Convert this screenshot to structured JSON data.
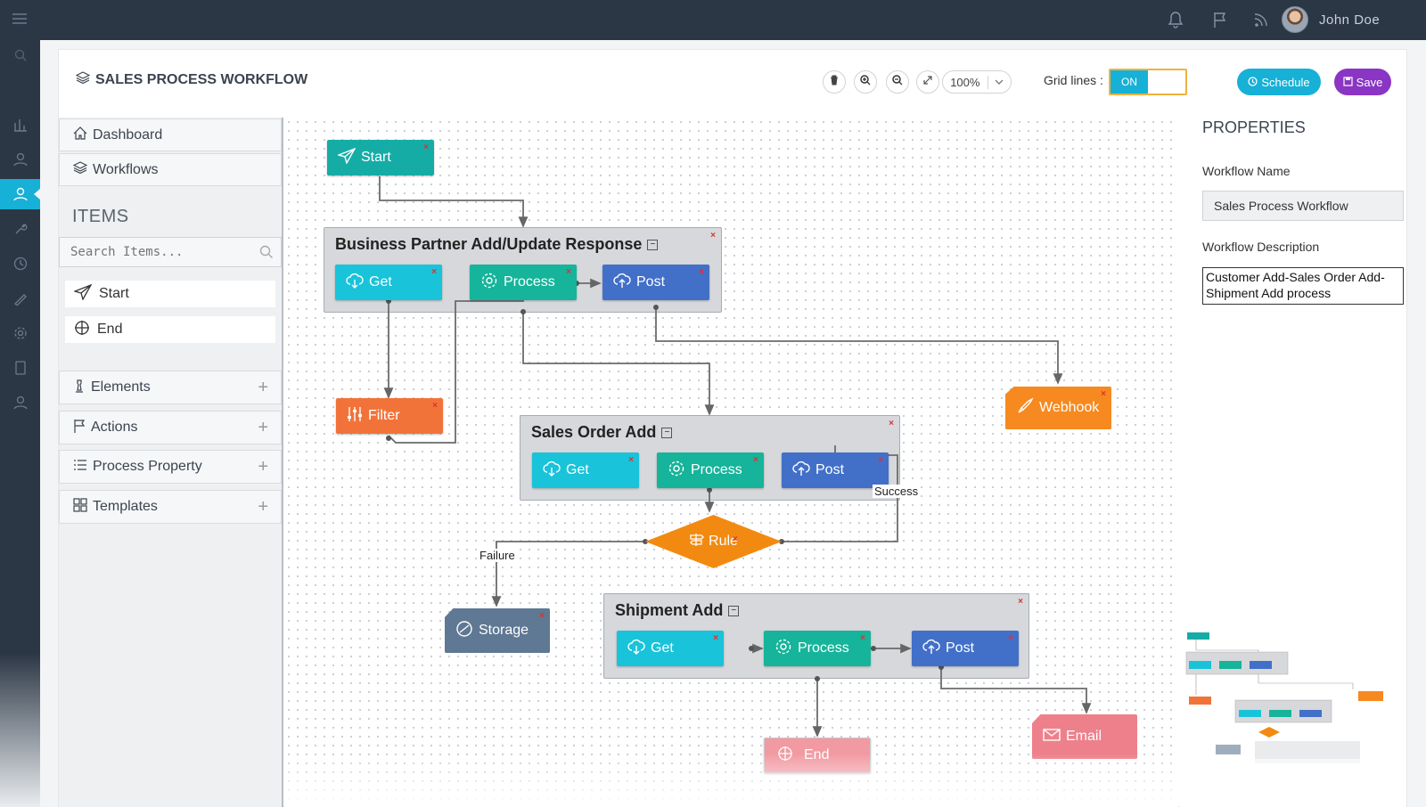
{
  "header": {
    "user_name": "John Doe",
    "page_title": "SALES PROCESS WORKFLOW"
  },
  "toolbar": {
    "zoom": "100%",
    "grid_label": "Grid lines :",
    "grid_toggle": "ON",
    "schedule_label": "Schedule",
    "save_label": "Save"
  },
  "sidebar": {
    "nav": [
      "Dashboard",
      "Workflows"
    ],
    "items_heading": "ITEMS",
    "search_placeholder": "Search Items...",
    "items": [
      "Start",
      "End"
    ],
    "accordions": [
      "Elements",
      "Actions",
      "Process Property",
      "Templates"
    ]
  },
  "canvas": {
    "start": "Start",
    "groups": {
      "bp": "Business Partner Add/Update Response",
      "so": "Sales Order Add",
      "sh": "Shipment Add"
    },
    "nodes": {
      "get": "Get",
      "process": "Process",
      "post": "Post",
      "filter": "Filter",
      "webhook": "Webhook",
      "rule": "Rule",
      "storage": "Storage",
      "email": "Email",
      "end": "End"
    },
    "labels": {
      "success": "Success",
      "failure": "Failure"
    }
  },
  "properties": {
    "heading": "PROPERTIES",
    "name_label": "Workflow Name",
    "name_value": "Sales Process Workflow",
    "desc_label": "Workflow Description",
    "desc_value": "Customer Add-Sales Order Add-Shipment Add process"
  },
  "colors": {
    "accent": "#17b0d6",
    "save": "#8a35c4",
    "topbar": "#2c3745"
  }
}
